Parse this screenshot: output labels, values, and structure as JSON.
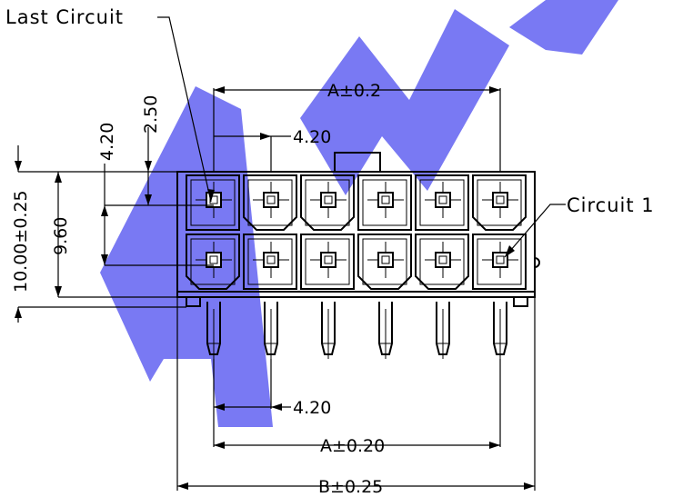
{
  "watermark": {
    "text": "AMP",
    "color": "#6a6af2"
  },
  "labels": {
    "last_circuit": "Last Circuit",
    "circuit_1": "Circuit 1"
  },
  "dimensions": {
    "top_span": "A±0.2",
    "top_pitch": "4.20",
    "top_offset": "2.50",
    "left_pitch": "4.20",
    "height_outer": "10.00±0.25",
    "height_inner": "9.60",
    "bottom_pitch": "4.20",
    "bottom_span": "A±0.20",
    "overall_width": "B±0.25"
  },
  "connector": {
    "rows": 2,
    "columns": 6,
    "pins": 6
  }
}
